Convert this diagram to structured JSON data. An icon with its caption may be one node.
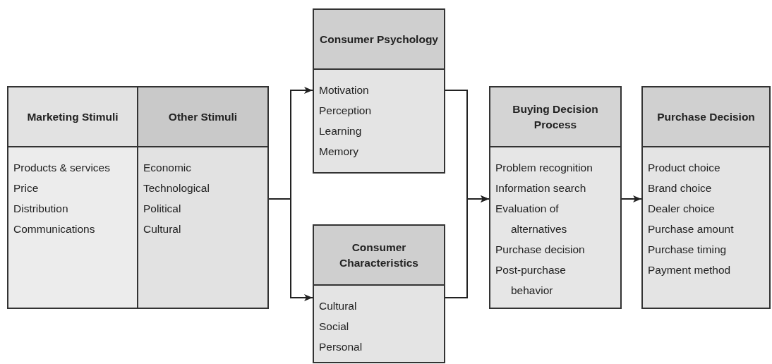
{
  "diagram": {
    "nodes": [
      {
        "text": [
          "Marketing Stimuli",
          "Products & services",
          "Price",
          "Distribution",
          "Communications"
        ]
      },
      {
        "text": [
          "Other Stimuli",
          "Economic",
          "Technological",
          "Political",
          "Cultural"
        ]
      },
      {
        "text": [
          "Consumer Psychology",
          "Motivation",
          "Perception",
          "Learning",
          "Memory"
        ]
      },
      {
        "text": [
          "Consumer Characteristics",
          "Cultural",
          "Social",
          "Personal"
        ]
      },
      {
        "text": [
          "Buying Decision Process",
          "Problem recognition",
          "Information search",
          "Evaluation of alternatives",
          "Purchase decision",
          "Post-purchase behavior"
        ]
      },
      {
        "text": [
          "Purchase Decision",
          "Product choice",
          "Brand choice",
          "Dealer choice",
          "Purchase amount",
          "Purchase timing",
          "Payment method"
        ]
      }
    ],
    "edges": [
      {
        "from": 1,
        "to": 2,
        "arrow": "to"
      },
      {
        "from": 1,
        "to": 3,
        "arrow": "to"
      },
      {
        "from": 2,
        "to": 4,
        "arrow": "to"
      },
      {
        "from": 3,
        "to": 4,
        "arrow": "to"
      },
      {
        "from": 4,
        "to": 5,
        "arrow": "to"
      }
    ]
  }
}
